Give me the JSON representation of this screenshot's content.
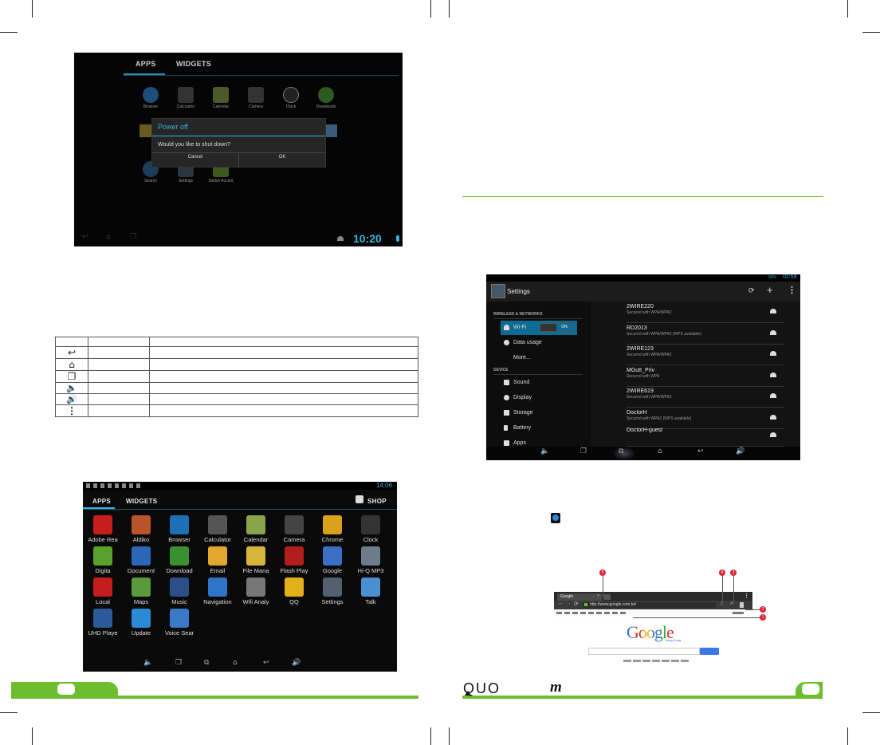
{
  "shot1": {
    "tabs": [
      "APPS",
      "WIDGETS"
    ],
    "apps_row1": [
      "Browser",
      "Calculator",
      "Calendar",
      "Camera",
      "Clock",
      "Downloads"
    ],
    "apps_row3": [
      "Search",
      "Settings",
      "Switch Accent"
    ],
    "dialog": {
      "title": "Power off",
      "message": "Would you like to shut down?",
      "cancel": "Cancel",
      "ok": "OK"
    },
    "time": "10:20"
  },
  "table": {
    "rows": [
      {
        "icon": "back-icon"
      },
      {
        "icon": "home-icon"
      },
      {
        "icon": "recent-apps-icon"
      },
      {
        "icon": "volume-down-icon"
      },
      {
        "icon": "volume-up-icon"
      },
      {
        "icon": "menu-icon"
      }
    ]
  },
  "shot2": {
    "tabs": [
      "APPS",
      "WIDGETS"
    ],
    "shop": "SHOP",
    "time": "14:06",
    "apps": [
      {
        "label": "Adobe Rea",
        "color": "#c81d1d"
      },
      {
        "label": "Aldiko",
        "color": "#b8532a"
      },
      {
        "label": "Browser",
        "color": "#1f6fb5"
      },
      {
        "label": "Calculator",
        "color": "#555"
      },
      {
        "label": "Calendar",
        "color": "#8aa44a"
      },
      {
        "label": "Camera",
        "color": "#444"
      },
      {
        "label": "Chrome",
        "color": "#d9a11c"
      },
      {
        "label": "Clock",
        "color": "#333"
      },
      {
        "label": "Digita",
        "color": "#5aa02c"
      },
      {
        "label": "Document",
        "color": "#2a67b8"
      },
      {
        "label": "Download",
        "color": "#3a8f2e"
      },
      {
        "label": "Email",
        "color": "#e2a72b"
      },
      {
        "label": "File Mana",
        "color": "#d8b43a"
      },
      {
        "label": "Flash Play",
        "color": "#b21d1d"
      },
      {
        "label": "Google",
        "color": "#3a6fc4"
      },
      {
        "label": "Hi-Q MP3",
        "color": "#6e7c8a"
      },
      {
        "label": "Local",
        "color": "#c41d1d"
      },
      {
        "label": "Maps",
        "color": "#5a9a3a"
      },
      {
        "label": "Music",
        "color": "#2c4f8a"
      },
      {
        "label": "Navigation",
        "color": "#2e74c8"
      },
      {
        "label": "Wifi Analy",
        "color": "#777"
      },
      {
        "label": "QQ",
        "color": "#e3b01c"
      },
      {
        "label": "Settings",
        "color": "#546070"
      },
      {
        "label": "Talk",
        "color": "#4a8fd0"
      },
      {
        "label": "UHD Playe",
        "color": "#2a5a9a"
      },
      {
        "label": "Update",
        "color": "#2a8ad8"
      },
      {
        "label": "Voice Sear",
        "color": "#3a78c8"
      }
    ]
  },
  "shot3": {
    "title": "Settings",
    "battery": "92%",
    "time": "02:59",
    "sections": [
      "WIRELESS & NETWORKS",
      "DEVICE"
    ],
    "items": [
      "Wi-Fi",
      "Data usage",
      "More...",
      "Sound",
      "Display",
      "Storage",
      "Battery",
      "Apps"
    ],
    "toggle": "ON",
    "networks": [
      {
        "name": "2WIRE220",
        "sec": "Secured with WPA/WPA2"
      },
      {
        "name": "RD2013",
        "sec": "Secured with WPA/WPA2 (WPS available)"
      },
      {
        "name": "2WIRE123",
        "sec": "Secured with WPA/WPA2"
      },
      {
        "name": "MGutt_Priv",
        "sec": "Secured with WPA"
      },
      {
        "name": "2WIRE619",
        "sec": "Secured with WPA/WPA2"
      },
      {
        "name": "DoctorH",
        "sec": "Secured with WPA2 (WPS available)"
      },
      {
        "name": "DoctorH-guest",
        "sec": ""
      }
    ]
  },
  "browser": {
    "tab": "Google",
    "url": "http://www.google.com.tw/",
    "logo": "Google",
    "logo_sub": "Hong Kong",
    "callouts": [
      "1",
      "2",
      "3",
      "4",
      "5"
    ]
  },
  "footer": {
    "brand": "QUO",
    "letter": "m"
  },
  "colors": {
    "green": "#6cbe2f",
    "holo": "#33b5e5"
  }
}
